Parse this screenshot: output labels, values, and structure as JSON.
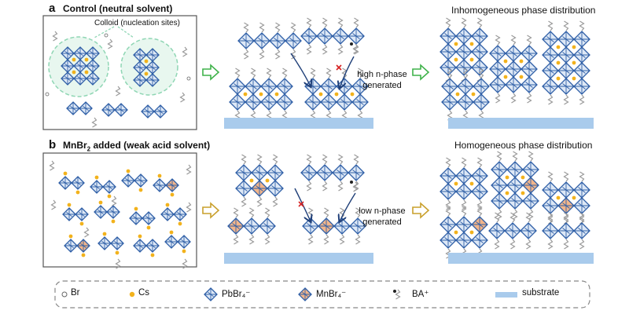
{
  "panel_a": {
    "letter": "a",
    "title": "Control (neutral solvent)",
    "colloid_label": "Colloid (nucleation sites)",
    "step_label": "high n-phase\ngenerated",
    "result_label": "Inhomogeneous phase distribution"
  },
  "panel_b": {
    "letter": "b",
    "title_prefix": "MnBr",
    "title_sub": "2",
    "title_suffix": " added (weak acid solvent)",
    "step_label": "low n-phase\ngenerated",
    "result_label": "Homogeneous phase distribution"
  },
  "legend": {
    "items": [
      {
        "label": "Br",
        "icon": "br-atom-icon"
      },
      {
        "label": "Cs",
        "icon": "cs-atom-icon"
      },
      {
        "label": "PbBr₄⁻",
        "icon": "pbbr4-octahedron-icon"
      },
      {
        "label": "MnBr₄⁻",
        "icon": "mnbr4-octahedron-icon"
      },
      {
        "label": "BA⁺",
        "icon": "ba-cation-icon"
      },
      {
        "label": "substrate",
        "icon": "substrate-swatch-icon"
      }
    ]
  },
  "colors": {
    "octahedron": "#2f5fa7",
    "octahedron_fill": "#dde8f6",
    "mn_fill": "#f2b58a",
    "cs": "#f2b21c",
    "substrate": "#a9cbec",
    "arrow_green": "#3fb24a",
    "arrow_gold": "#c9a02c",
    "colloid": "#8fd6b4",
    "flow_arrow": "#1f3f78",
    "block": "#d62020"
  }
}
